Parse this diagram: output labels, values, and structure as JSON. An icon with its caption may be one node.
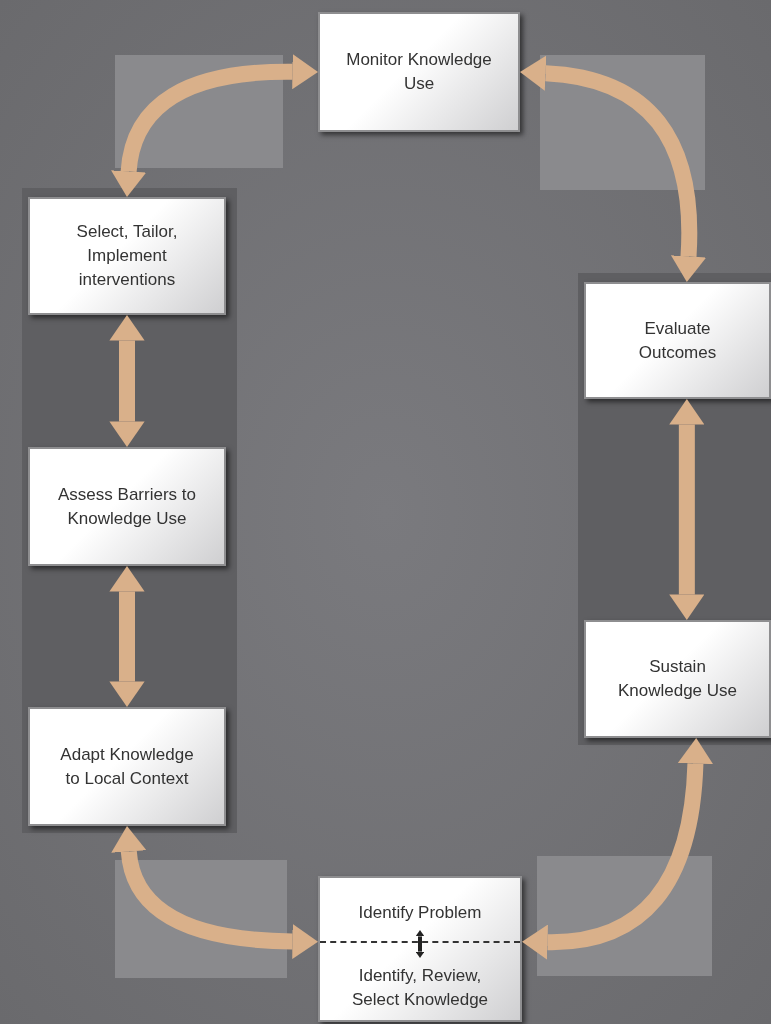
{
  "diagram": {
    "nodes": [
      {
        "text": [
          "Monitor Knowledge Use"
        ]
      },
      {
        "text": [
          "Select, Tailor, Implement interventions"
        ]
      },
      {
        "text": [
          "Evaluate Outcomes"
        ]
      },
      {
        "text": [
          "Assess Barriers to Knowledge Use"
        ]
      },
      {
        "text": [
          "Sustain Knowledge Use"
        ]
      },
      {
        "text": [
          "Adapt Knowledge to Local Context"
        ]
      },
      {
        "text": [],
        "shape": "box"
      },
      {
        "text": [
          "Identify Problem"
        ],
        "in": 6
      },
      {
        "text": [
          "Identify, Review, Select Knowledge"
        ],
        "in": 6
      }
    ],
    "edges": [
      {
        "from": 0,
        "to": 2,
        "arrow": "both"
      },
      {
        "from": 2,
        "to": 4,
        "arrow": "both"
      },
      {
        "from": 4,
        "to": 6,
        "arrow": "both"
      },
      {
        "from": 6,
        "to": 5,
        "arrow": "both"
      },
      {
        "from": 5,
        "to": 3,
        "arrow": "both"
      },
      {
        "from": 3,
        "to": 1,
        "arrow": "both"
      },
      {
        "from": 1,
        "to": 0,
        "arrow": "both"
      },
      {
        "from": 7,
        "to": 8,
        "arrow": "both",
        "color": "#222222"
      }
    ]
  }
}
